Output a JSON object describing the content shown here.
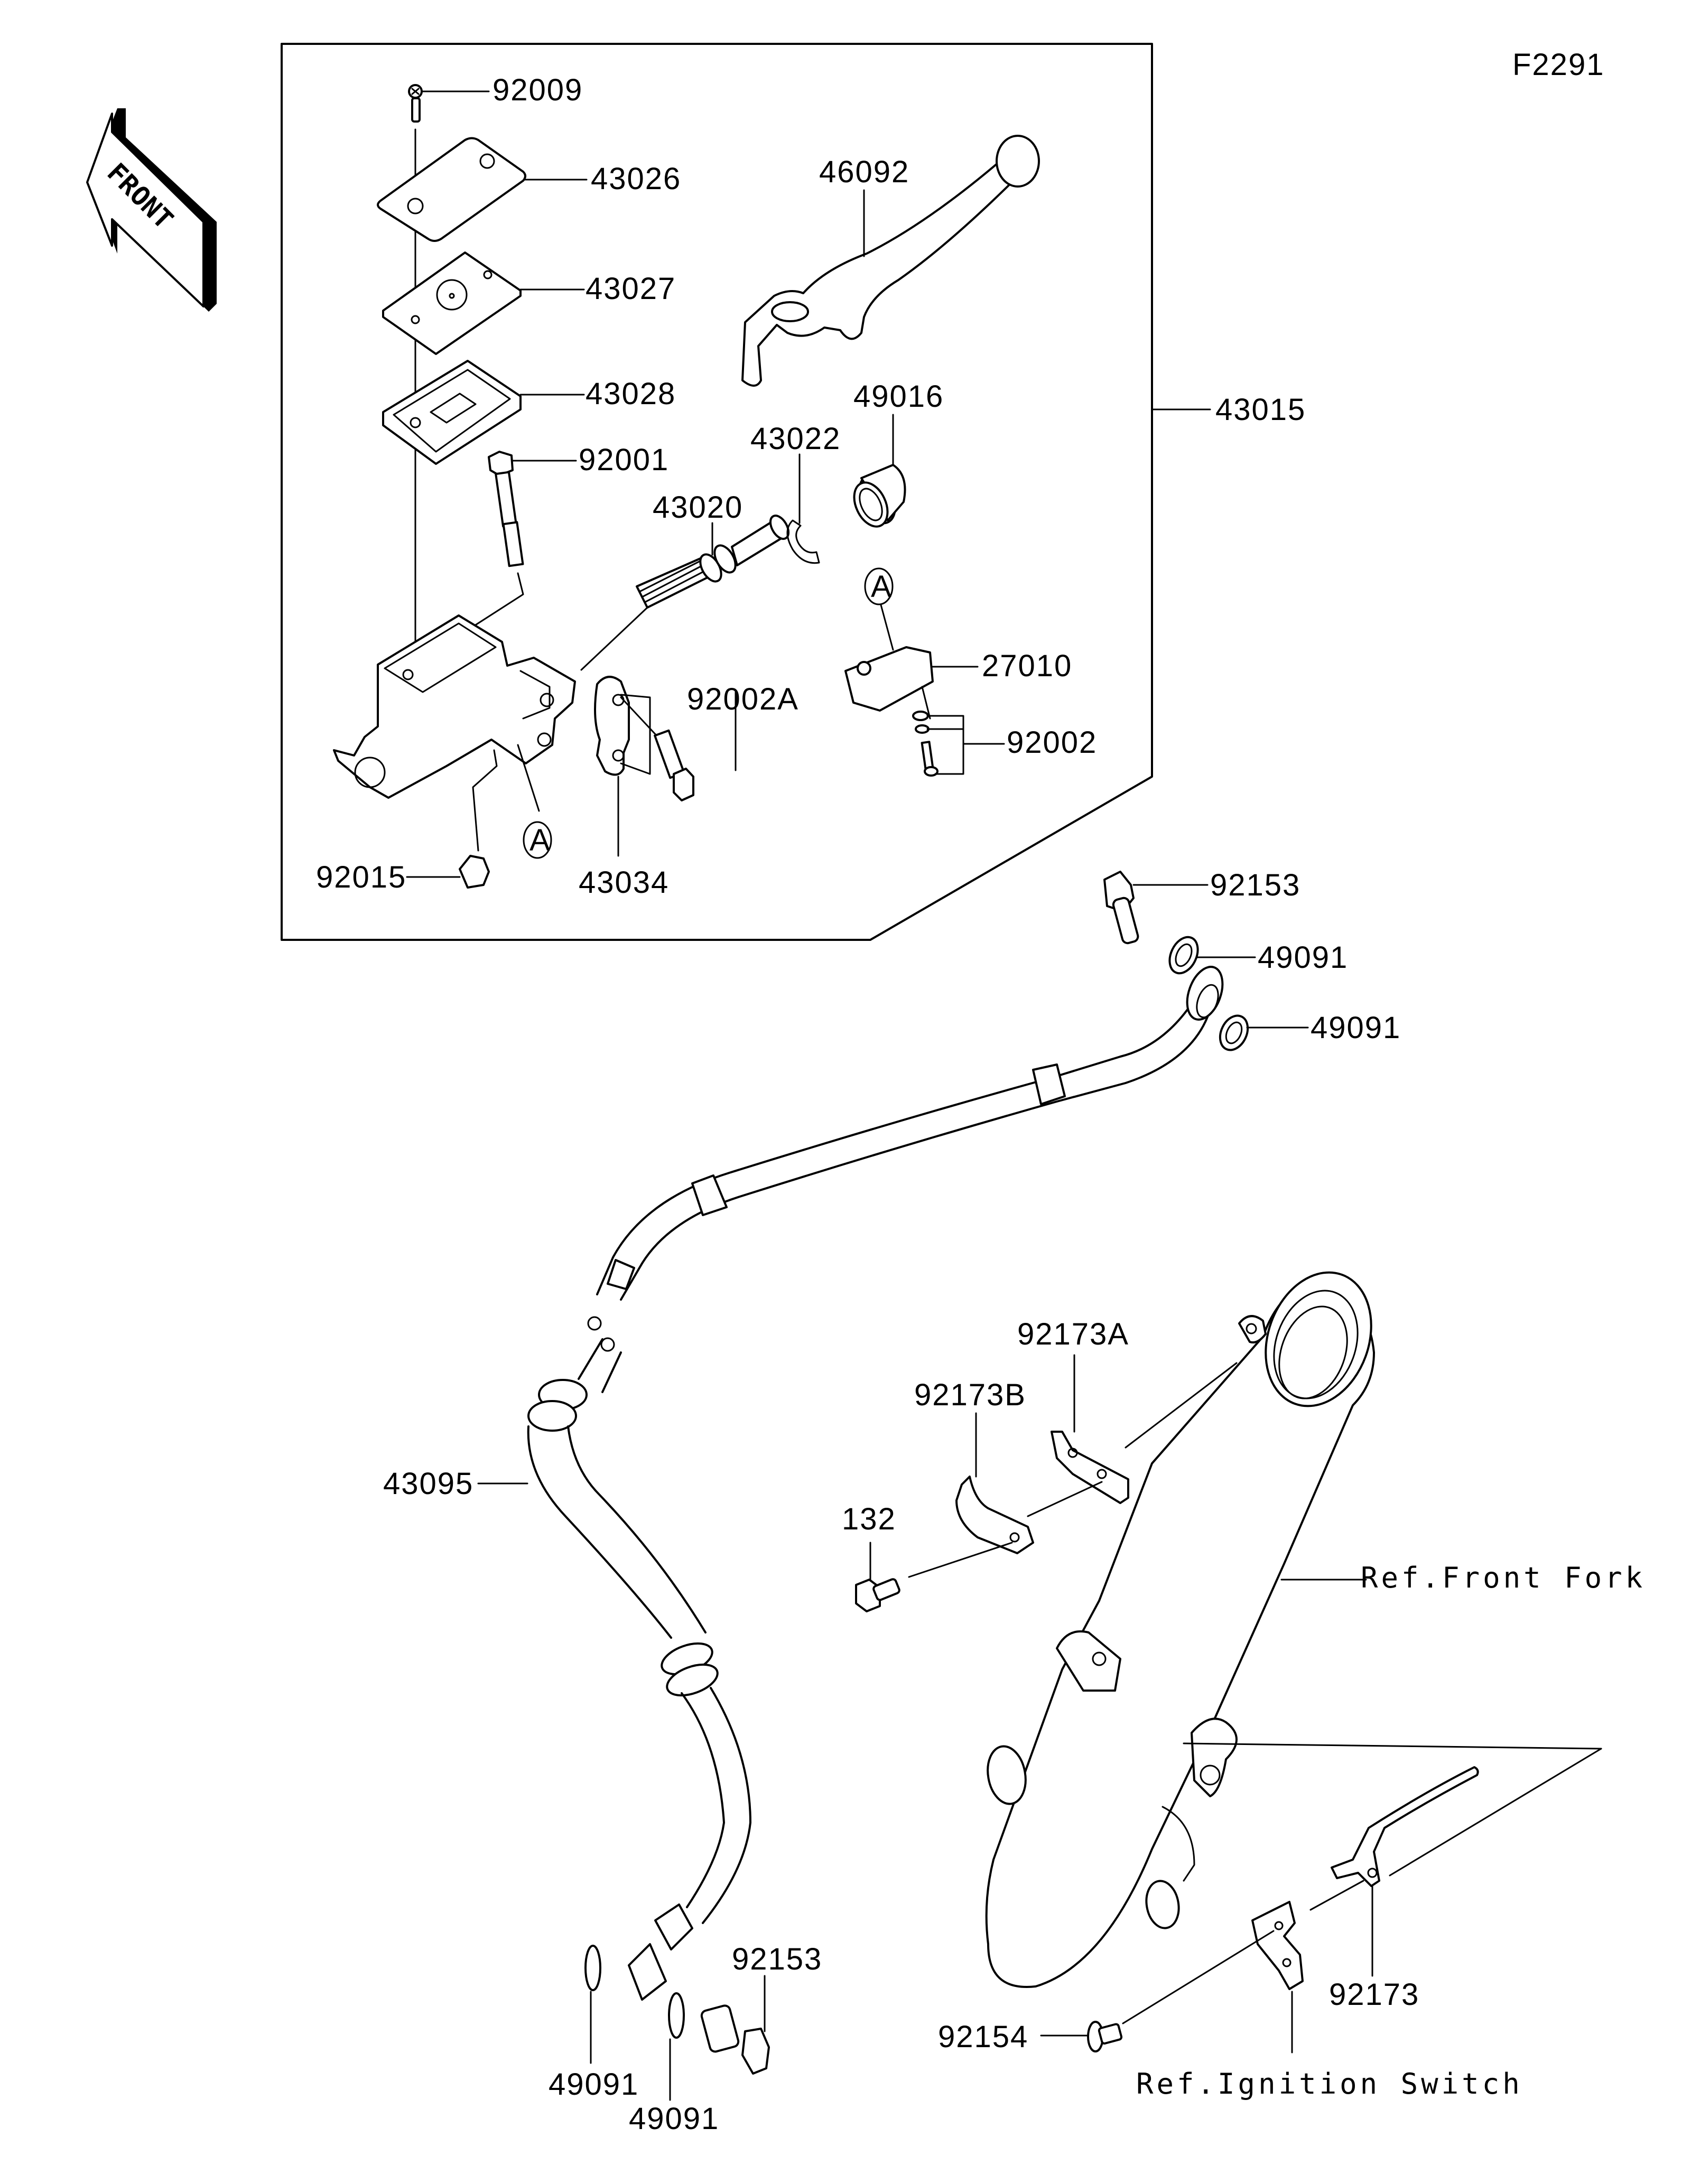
{
  "diagram": {
    "figure_code": "F2291",
    "orientation_label": "FRONT",
    "assembly_label": "43015",
    "reference_marker": "A",
    "parts": {
      "p92009": "92009",
      "p43026": "43026",
      "p43027": "43027",
      "p43028": "43028",
      "p92001": "92001",
      "p43020": "43020",
      "p43022": "43022",
      "p49016": "49016",
      "p46092": "46092",
      "p27010": "27010",
      "p92002": "92002",
      "p92002A": "92002A",
      "p43034": "43034",
      "p92015": "92015",
      "p92153_top": "92153",
      "p49091_top1": "49091",
      "p49091_top2": "49091",
      "p43095": "43095",
      "p92173A": "92173A",
      "p92173B": "92173B",
      "p132": "132",
      "p49091_bot1": "49091",
      "p49091_bot2": "49091",
      "p92153_bot": "92153",
      "p92154": "92154",
      "p92173": "92173"
    },
    "references": {
      "front_fork": "Ref.Front Fork",
      "ignition_switch": "Ref.Ignition Switch"
    }
  }
}
